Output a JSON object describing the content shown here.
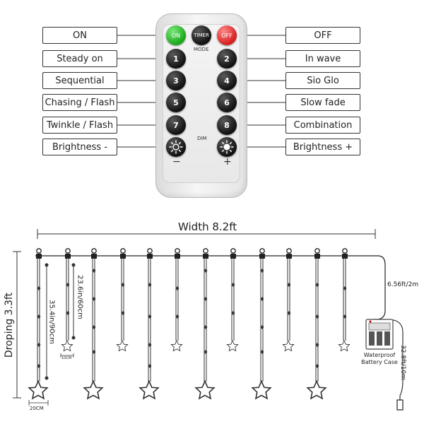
{
  "remote": {
    "on_label": "ON",
    "timer_label": "TIMER",
    "off_label": "OFF",
    "mode_label": "MODE",
    "dim_label": "DIM",
    "minus_sign": "−",
    "plus_sign": "+",
    "numbers": [
      "1",
      "2",
      "3",
      "4",
      "5",
      "6",
      "7",
      "8"
    ]
  },
  "modes_left": [
    "ON",
    "Steady on",
    "Sequential",
    "Chasing / Flash",
    "Twinkle / Flash",
    "Brightness -"
  ],
  "modes_right": [
    "OFF",
    "In wave",
    "Sio Glo",
    "Slow fade",
    "Combination",
    "Brightness +"
  ],
  "lights": {
    "width_label": "Width 8.2ft",
    "drop_label": "Droping 3.3ft",
    "long_strand_label": "35.4in/90cm",
    "short_strand_label": "23.6in/60cm",
    "small_star_label": "10CM",
    "big_star_label": "20CM",
    "lead_label": "6.56ft/2m",
    "cable_label": "32.8ft/10m",
    "battery_label_1": "Waterproof",
    "battery_label_2": "Battery Case"
  },
  "colors": {
    "on_button": "#1fb51f",
    "off_button": "#e02222",
    "number_button": "#1a1a1a"
  }
}
